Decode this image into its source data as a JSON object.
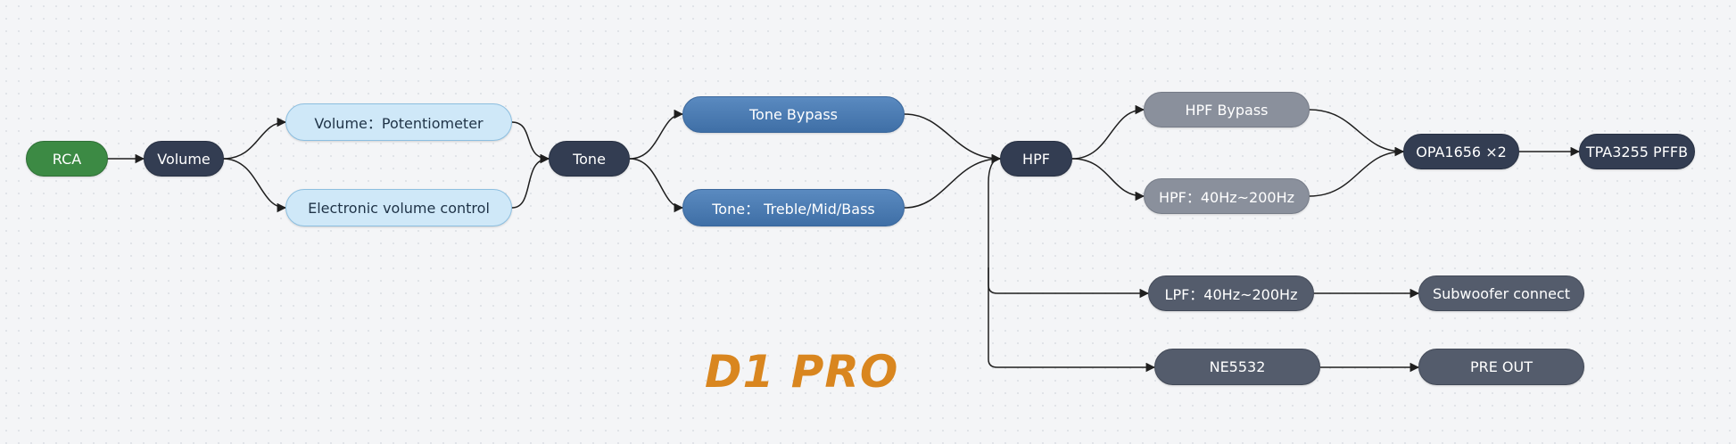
{
  "diagram": {
    "title": "D1 PRO",
    "nodes": {
      "rca": "RCA",
      "volume": "Volume",
      "volume_potentiometer": "Volume：Potentiometer",
      "electronic_volume": "Electronic volume control",
      "tone": "Tone",
      "tone_bypass": "Tone Bypass",
      "tone_treble": "Tone： Treble/Mid/Bass",
      "hpf": "HPF",
      "hpf_bypass": "HPF Bypass",
      "hpf_range": "HPF：40Hz~200Hz",
      "opa1656": "OPA1656 ×2",
      "tpa3255": "TPA3255 PFFB",
      "lpf_range": "LPF：40Hz~200Hz",
      "subwoofer": "Subwoofer connect",
      "ne5532": "NE5532",
      "pre_out": "PRE OUT"
    },
    "colors": {
      "input": "#3c8a44",
      "dark_node": "#333d52",
      "light_node": "#cfe8f8",
      "blue_node": "#4a7cb4",
      "gray_node": "#8a909c",
      "slate_node": "#545c6c",
      "title": "#d9861f",
      "connector": "#1f1f1f"
    }
  }
}
